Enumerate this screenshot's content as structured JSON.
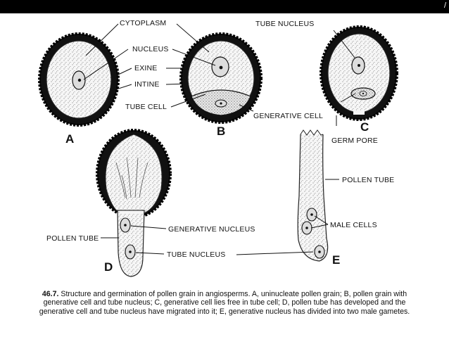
{
  "header": {
    "corner_mark": "/"
  },
  "diagram": {
    "labels": {
      "cytoplasm": "CYTOPLASM",
      "nucleus": "NUCLEUS",
      "exine": "EXINE",
      "intine": "INTINE",
      "tube_cell": "TUBE CELL",
      "generative_cell": "GENERATIVE CELL",
      "tube_nucleus_c": "TUBE NUCLEUS",
      "germ_pore": "GERM PORE",
      "pollen_tube_e": "POLLEN TUBE",
      "male_cells": "MALE CELLS",
      "generative_nucleus": "GENERATIVE NUCLEUS",
      "pollen_tube_d": "POLLEN TUBE",
      "tube_nucleus_d": "TUBE NUCLEUS"
    },
    "panels": {
      "a": "A",
      "b": "B",
      "c": "C",
      "d": "D",
      "e": "E"
    }
  },
  "caption": {
    "number": "46.7.",
    "text": "Structure and germination of pollen grain in angiosperms. A, uninucleate pollen grain; B, pollen grain with generative cell and tube nucleus; C, generative cell lies free in tube cell; D, pollen tube has developed and the generative cell and tube nucleus have migrated into it; E, generative nucleus has divided into two male gametes."
  },
  "colors": {
    "ink": "#111111",
    "background": "#ffffff",
    "top_bar": "#000000"
  }
}
